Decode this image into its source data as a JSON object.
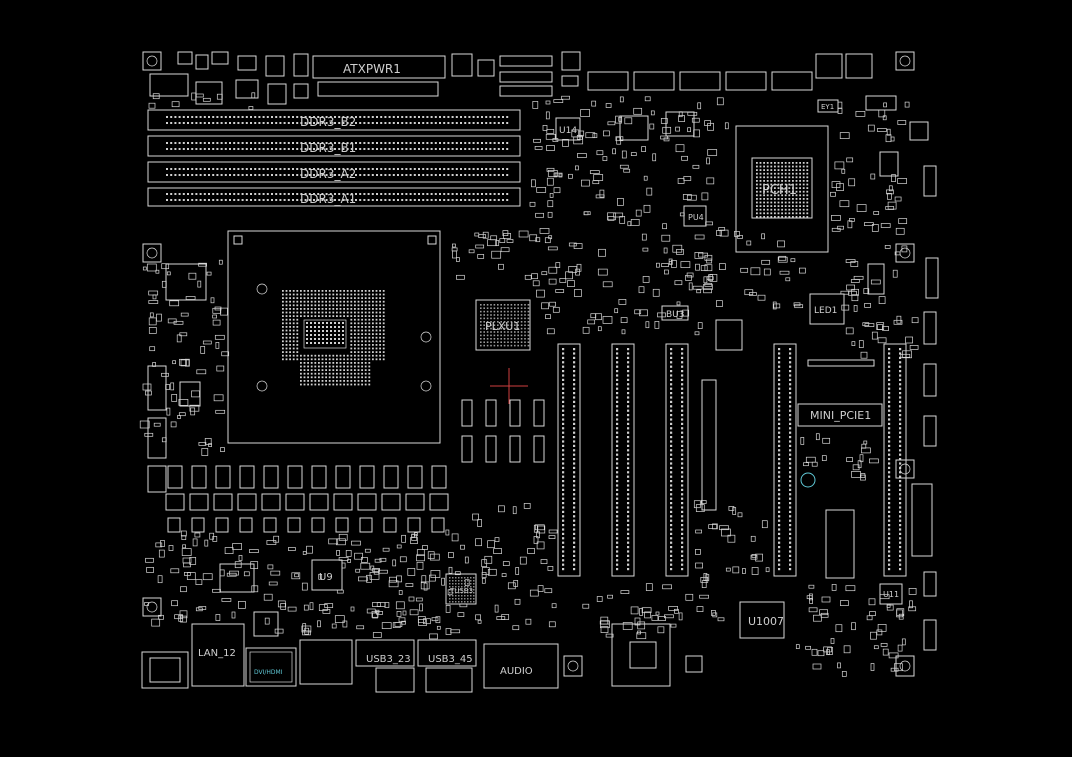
{
  "labels": {
    "atxpwr": "ATXPWR1",
    "ddr_b2": "DDR3_B2",
    "ddr_b1": "DDR3_B1",
    "ddr_a2": "DDR3_A2",
    "ddr_a1": "DDR3_A1",
    "pch": "PCH1",
    "plx": "PLXU1",
    "mini_pcie": "MINI_PCIE1",
    "u1007": "U1007",
    "u9": "U9",
    "u14": "U14",
    "bu3": "BU3",
    "led1": "LED1",
    "pu4": "PU4",
    "u11": "U11",
    "usb23": "USB3_23",
    "usb45": "USB3_45",
    "lan": "LAN_12",
    "audio": "AUDIO",
    "hdmi": "DVI/HDMI",
    "tusb": "TUSB3",
    "ey1": "EY1"
  },
  "colors": {
    "background": "#000000",
    "outline": "#d8d8d8",
    "highlight": "#5fc8d6",
    "marker": "#d04040"
  }
}
